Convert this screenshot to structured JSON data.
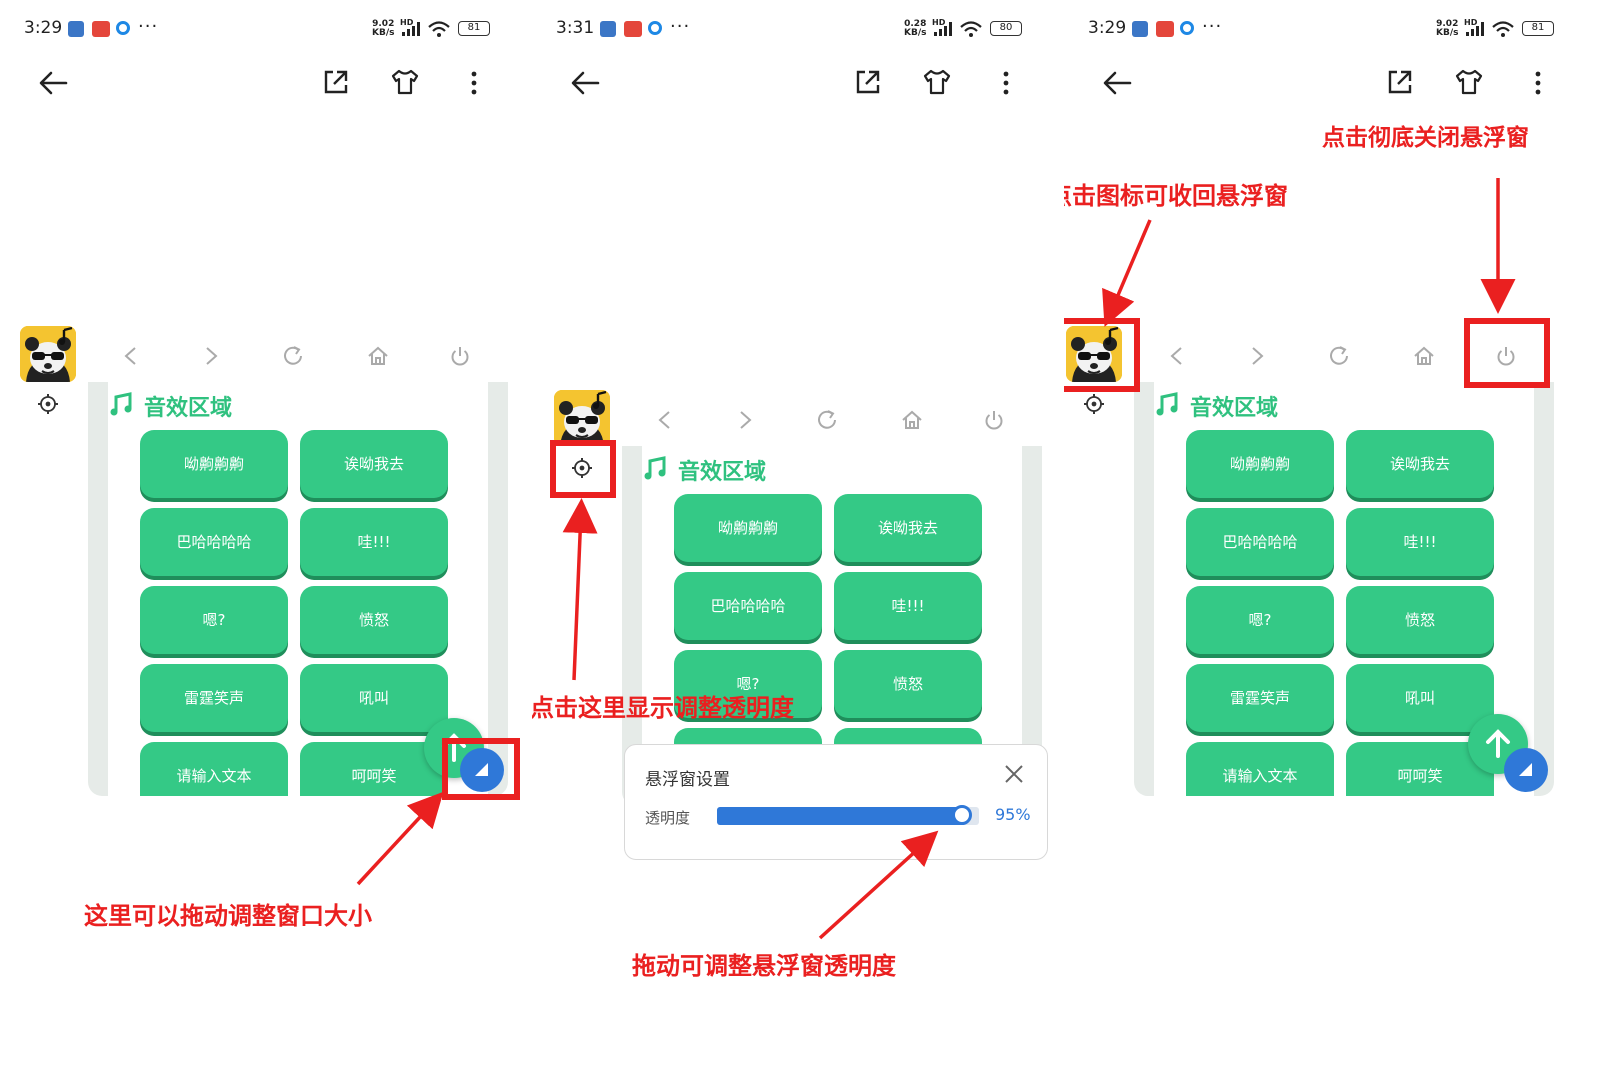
{
  "panels": [
    {
      "status": {
        "time": "3:29",
        "speed_top": "9.02",
        "speed_bottom": "KB/s",
        "network": "HD",
        "battery": "81"
      },
      "sound_area": {
        "title": "音效区域",
        "buttons": [
          "呦齁齁齁",
          "诶呦我去",
          "巴哈哈哈哈",
          "哇!!!",
          "嗯?",
          "愤怒",
          "雷霆笑声",
          "吼叫",
          "请输入文本",
          "呵呵笑"
        ]
      },
      "annotation": "这里可以拖动调整窗口大小"
    },
    {
      "status": {
        "time": "3:31",
        "speed_top": "0.28",
        "speed_bottom": "KB/s",
        "network": "HD",
        "battery": "80"
      },
      "sound_area": {
        "title": "音效区域",
        "buttons": [
          "呦齁齁齁",
          "诶呦我去",
          "巴哈哈哈哈",
          "哇!!!",
          "嗯?",
          "愤怒"
        ]
      },
      "annotation_top": "点击这里显示调整透明度",
      "annotation_bottom": "拖动可调整悬浮窗透明度",
      "settings_dialog": {
        "title": "悬浮窗设置",
        "opacity_label": "透明度",
        "opacity_value": "95%",
        "opacity_fraction": 0.95
      }
    },
    {
      "status": {
        "time": "3:29",
        "speed_top": "9.02",
        "speed_bottom": "KB/s",
        "network": "HD",
        "battery": "81"
      },
      "sound_area": {
        "title": "音效区域",
        "buttons": [
          "呦齁齁齁",
          "诶呦我去",
          "巴哈哈哈哈",
          "哇!!!",
          "嗯?",
          "愤怒",
          "雷霆笑声",
          "吼叫",
          "请输入文本",
          "呵呵笑"
        ]
      },
      "annotation_left": "点击图标可收回悬浮窗",
      "annotation_right": "点击彻底关闭悬浮窗"
    }
  ],
  "colors": {
    "accent_green": "#34c986",
    "annotation_red": "#ea2020",
    "slider_blue": "#2f78d8"
  },
  "icons": [
    "back-arrow-icon",
    "share-icon",
    "shirt-icon",
    "more-vert-icon",
    "chevron-left-icon",
    "chevron-right-icon",
    "refresh-icon",
    "home-icon",
    "power-icon",
    "gear-icon",
    "music-note-icon",
    "close-icon",
    "arrow-up-icon",
    "resize-handle-icon",
    "panda-avatar-icon"
  ]
}
